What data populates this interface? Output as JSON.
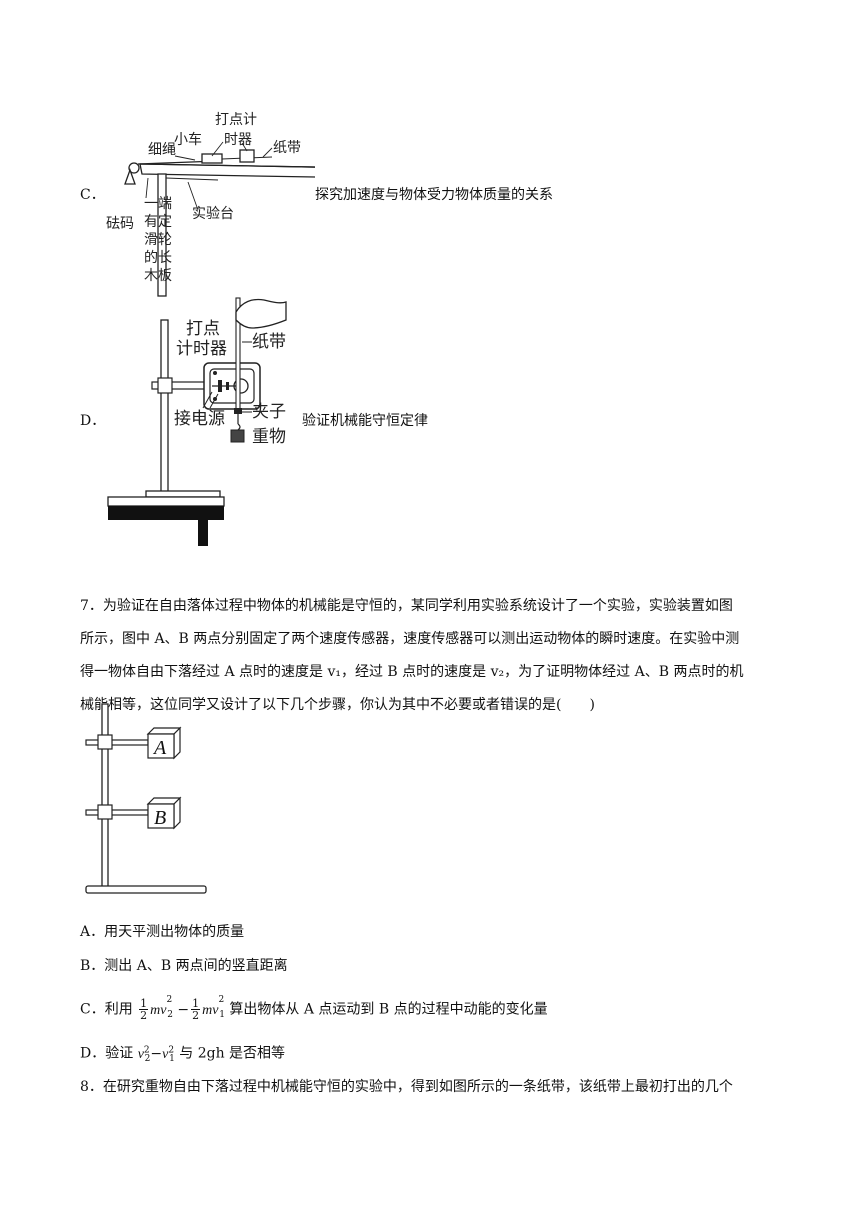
{
  "option_c": {
    "letter": "C．",
    "desc": "探究加速度与物体受力物体质量的关系",
    "labels": {
      "timer_l1": "打点计",
      "timer_l2": "时器",
      "cart": "小车",
      "rope": "细绳",
      "tape": "纸带",
      "weight": "砝码",
      "table": "实验台",
      "board": [
        "一端",
        "有定",
        "滑轮",
        "的长",
        "木板"
      ]
    }
  },
  "option_d": {
    "letter": "D．",
    "desc": "验证机械能守恒定律",
    "labels": {
      "timer_l1": "打点",
      "timer_l2": "计时器",
      "tape": "纸带",
      "clip": "夹子",
      "power": "接电源",
      "weight": "重物"
    }
  },
  "q7": {
    "number": "7．",
    "stem_lines": [
      "为验证在自由落体过程中物体的机械能是守恒的，某同学利用实验系统设计了一个实验，实验装置如图",
      "所示，图中 A、B 两点分别固定了两个速度传感器，速度传感器可以测出运动物体的瞬时速度。在实验中测",
      "得一物体自由下落经过 A 点时的速度是 v₁，经过 B 点时的速度是 v₂，为了证明物体经过 A、B 两点时的机",
      "械能相等，这位同学又设计了以下几个步骤，你认为其中不必要或者错误的是(　　)"
    ],
    "figure_labels": {
      "a": "A",
      "b": "B"
    },
    "options": {
      "a": "A．用天平测出物体的质量",
      "b": "B．测出 A、B 两点间的竖直距离",
      "c_prefix": "C．利用",
      "c_suffix": "算出物体从 A 点运动到 B 点的过程中动能的变化量",
      "d_prefix": "D．验证",
      "d_mid": "与 2gh 是否相等"
    }
  },
  "q8": {
    "number": "8．",
    "stem": "在研究重物自由下落过程中机械能守恒的实验中，得到如图所示的一条纸带，该纸带上最初打出的几个"
  }
}
